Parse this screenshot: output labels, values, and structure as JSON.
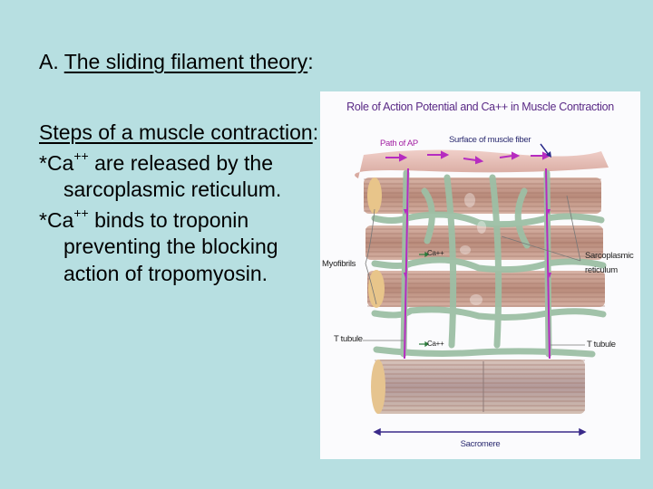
{
  "slide": {
    "background": "#b7dfe1",
    "title": {
      "prefix": "A. ",
      "underlined": "The sliding filament theory",
      "suffix": ":"
    },
    "steps_heading": {
      "underlined": "Steps of a muscle contraction",
      "suffix": ":"
    },
    "points": [
      {
        "bullet": "*Ca",
        "superscript": "++",
        "text": " are released by the sarcoplasmic reticulum."
      },
      {
        "bullet": "*Ca",
        "superscript": "++",
        "text": " binds to troponin preventing the blocking action of tropomyosin."
      }
    ]
  },
  "figure": {
    "title": "Role of Action Potential and Ca++ in Muscle Contraction",
    "labels": {
      "path_of_ap": "Path of AP",
      "surface": "Surface of muscle fiber",
      "myofibrils": "Myofibrils",
      "ca_upper": "Ca++",
      "ca_lower": "Ca++",
      "sr_line1": "Sarcoplasmic",
      "sr_line2": "reticulum",
      "t_tubule_left": "T tubule",
      "t_tubule_right": "T tubule",
      "sarcomere": "Sacromere"
    },
    "colors": {
      "title": "#5a2a86",
      "ap_arrow": "#b62cc0",
      "reticulum": "#9dbfa5",
      "fiber": "#c9a696",
      "membrane": "#e6bdb7",
      "sarcomere_arrow": "#3a2a8a"
    }
  }
}
